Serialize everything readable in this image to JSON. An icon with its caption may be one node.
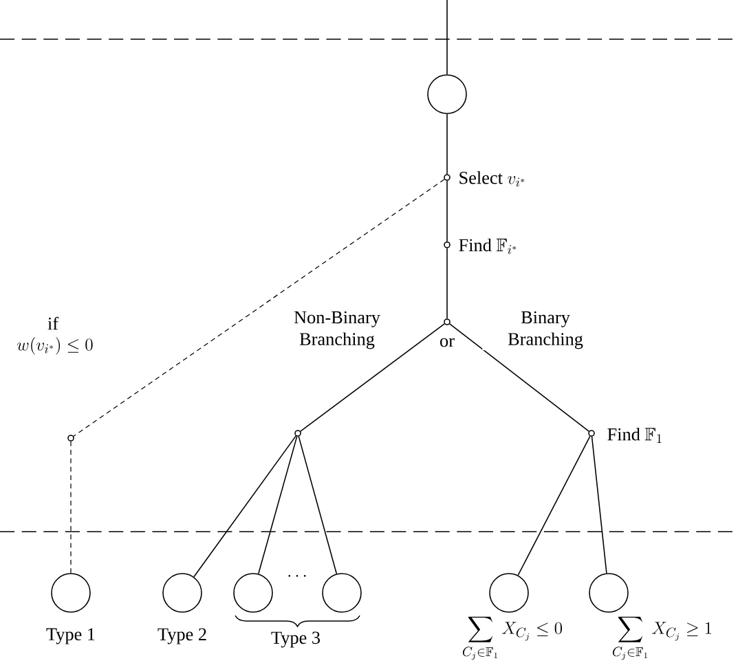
{
  "diagram": {
    "nodes": [
      {
        "text": [],
        "shape": "circle"
      },
      {
        "text": [],
        "shape": "circle",
        "beside": [
          "Select",
          "v_{i^*}"
        ]
      },
      {
        "text": [],
        "shape": "circle",
        "beside": [
          "Find",
          "\\mathbb{F}_{i^*}"
        ]
      },
      {
        "text": [],
        "shape": "circle",
        "beside": [
          "or"
        ]
      },
      {
        "text": [],
        "shape": "circle"
      },
      {
        "text": [],
        "shape": "circle",
        "beside": [
          "Find",
          "\\mathbb{F}_1"
        ]
      },
      {
        "text": [],
        "shape": "circle"
      },
      {
        "text": [],
        "shape": "circle",
        "beside": [
          "Type 1"
        ]
      },
      {
        "text": [],
        "shape": "circle",
        "beside": [
          "Type 2"
        ]
      },
      {
        "text": [],
        "shape": "circle"
      },
      {
        "text": [],
        "shape": "circle"
      },
      {
        "text": [],
        "shape": "circle",
        "beside": [
          "\\sum_{C_j\\in\\mathbb{F}_1} X_{C_j}\\leq 0"
        ]
      },
      {
        "text": [],
        "shape": "circle",
        "beside": [
          "\\sum_{C_j\\in\\mathbb{F}_1} X_{C_j}\\geq 1"
        ]
      }
    ],
    "edges": [
      {
        "from": null,
        "to": 0,
        "arrow": "none"
      },
      {
        "from": 0,
        "to": 1,
        "arrow": "none"
      },
      {
        "from": 1,
        "to": 2,
        "arrow": "none"
      },
      {
        "from": 2,
        "to": 3,
        "arrow": "none"
      },
      {
        "from": 3,
        "to": 4,
        "arrow": "none",
        "label": "Non-Binary Branching"
      },
      {
        "from": 3,
        "to": 5,
        "arrow": "none",
        "label": "Binary Branching"
      },
      {
        "from": 1,
        "to": 6,
        "arrow": "none",
        "style": "dashed"
      },
      {
        "from": 6,
        "to": 7,
        "arrow": "none",
        "style": "dashed"
      },
      {
        "from": 4,
        "to": 8,
        "arrow": "none"
      },
      {
        "from": 4,
        "to": 9,
        "arrow": "none"
      },
      {
        "from": 4,
        "to": 10,
        "arrow": "none"
      },
      {
        "from": 5,
        "to": 11,
        "arrow": "none"
      },
      {
        "from": 5,
        "to": 12,
        "arrow": "none"
      }
    ],
    "labels": [
      "if",
      "w(v_{i^*}) \\leq 0",
      "\\cdots",
      "Type 3"
    ]
  }
}
